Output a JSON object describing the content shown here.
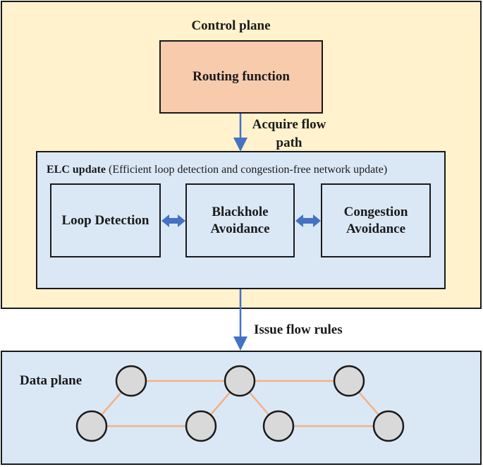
{
  "control_plane": {
    "title": "Control plane",
    "routing_function": "Routing function",
    "acquire_label_line1": "Acquire flow",
    "acquire_label_line2": "path"
  },
  "elc": {
    "title_bold": "ELC update",
    "title_rest": " (Efficient loop detection and congestion-free network update)",
    "loop_detection": "Loop Detection",
    "blackhole_line1": "Blackhole",
    "blackhole_line2": "Avoidance",
    "congestion_line1": "Congestion",
    "congestion_line2": "Avoidance"
  },
  "issue_label": "Issue flow rules",
  "data_plane": {
    "title": "Data plane"
  },
  "colors": {
    "control_plane_fill": "#fff2cc",
    "routing_fill": "#f8cbad",
    "blue_fill": "#dae8f6",
    "arrow_blue": "#4472c4",
    "link_orange": "#f4b183",
    "node_fill": "#d9d9d9"
  }
}
